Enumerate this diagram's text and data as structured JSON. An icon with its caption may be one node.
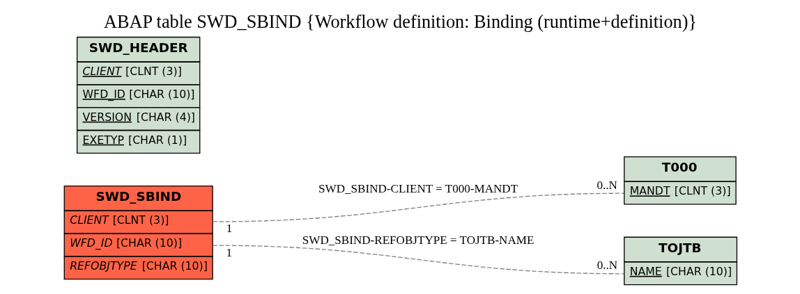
{
  "diagram": {
    "title": "ABAP table SWD_SBIND {Workflow definition: Binding (runtime+definition)}",
    "nodes": [
      {
        "text": [
          "SWD_HEADER",
          "CLIENT [CLNT (3)]",
          "WFD_ID [CHAR (10)]",
          "VERSION [CHAR (4)]",
          "EXETYP [CHAR (1)]"
        ]
      },
      {
        "text": [
          "SWD_SBIND",
          "CLIENT [CLNT (3)]",
          "WFD_ID [CHAR (10)]",
          "REFOBJTYPE [CHAR (10)]"
        ]
      },
      {
        "text": [
          "T000",
          "MANDT [CLNT (3)]"
        ]
      },
      {
        "text": [
          "TOJTB",
          "NAME [CHAR (10)]"
        ]
      }
    ],
    "edges": [
      {
        "from": 1,
        "to": 2,
        "arrow": "none",
        "label": "SWD_SBIND-CLIENT = T000-MANDT",
        "style": "dashed"
      },
      {
        "from": 1,
        "to": 3,
        "arrow": "none",
        "label": "SWD_SBIND-REFOBJTYPE = TOJTB-NAME",
        "style": "dashed"
      }
    ],
    "labels": [
      "0..N",
      "1",
      "1",
      "0..N"
    ]
  }
}
